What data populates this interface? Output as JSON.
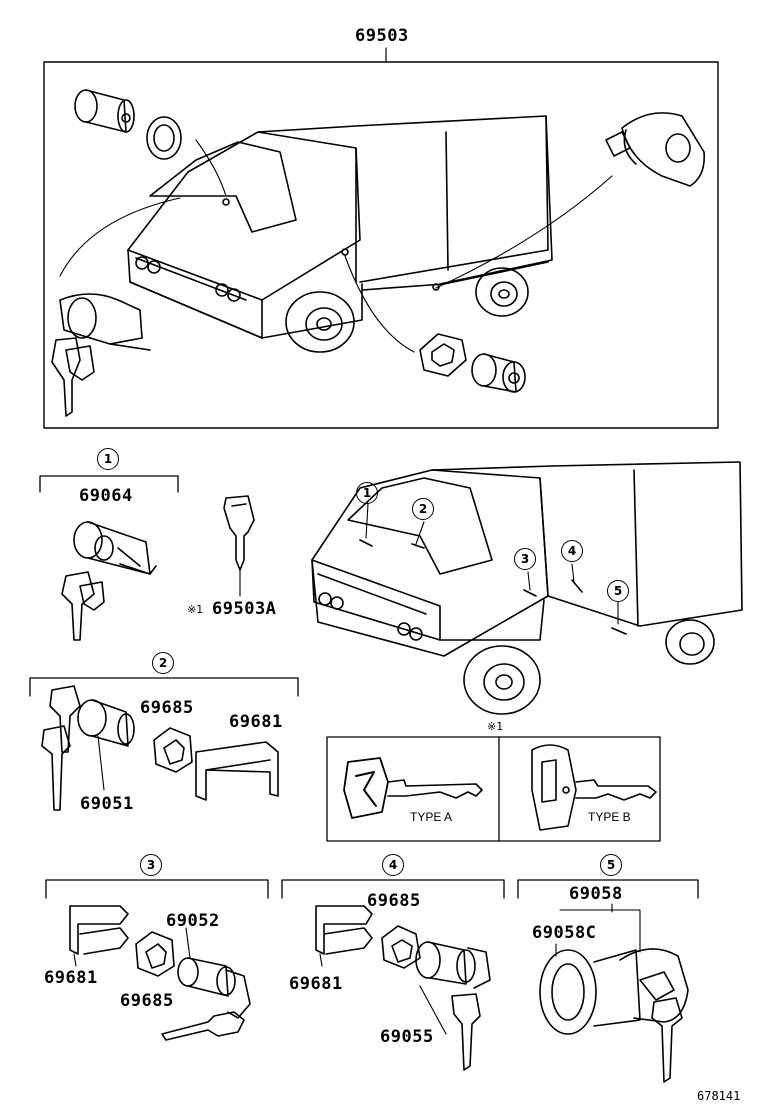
{
  "diagram": {
    "main_part": "69503",
    "figure_number": "678141",
    "note_mark": "※1",
    "groups": [
      {
        "marker": "1",
        "parts": [
          "69064"
        ]
      },
      {
        "marker": "2",
        "parts": [
          "69685",
          "69681",
          "69051"
        ]
      },
      {
        "marker": "3",
        "parts": [
          "69052",
          "69681",
          "69685"
        ]
      },
      {
        "marker": "4",
        "parts": [
          "69685",
          "69681",
          "69055"
        ]
      },
      {
        "marker": "5",
        "parts": [
          "69058",
          "69058C"
        ]
      }
    ],
    "key_part": {
      "prefix": "※1",
      "number": "69503A"
    },
    "truck_markers": [
      "1",
      "2",
      "3",
      "4",
      "5"
    ],
    "key_types": {
      "a": "TYPE A",
      "b": "TYPE B"
    }
  }
}
